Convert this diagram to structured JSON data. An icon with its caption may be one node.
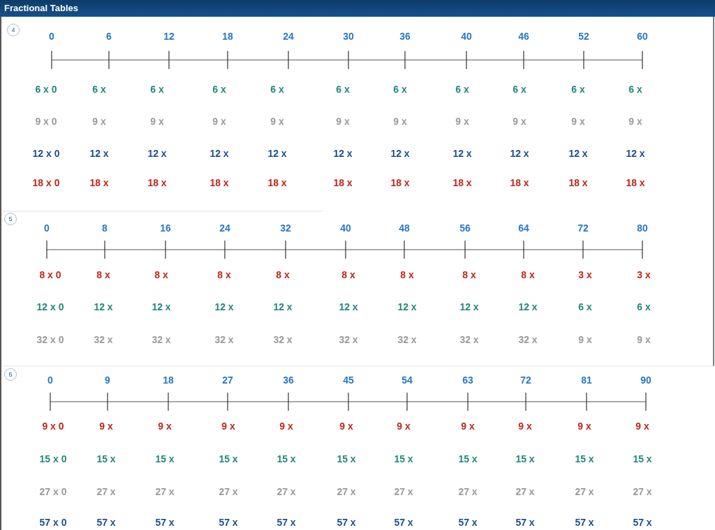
{
  "diagram": {
    "title": "Fractional Tables",
    "nodes": [
      {
        "text": [
          "4"
        ]
      },
      {
        "text": [
          "5"
        ]
      },
      {
        "text": [
          "6"
        ]
      }
    ],
    "labels": [
      "0",
      "6",
      "12",
      "18",
      "24",
      "30",
      "36",
      "40",
      "46",
      "52",
      "60",
      "6 x 0",
      "6 x",
      "6 x",
      "6 x",
      "6 x",
      "6 x",
      "6 x",
      "6 x",
      "6 x",
      "6 x",
      "6 x",
      "9 x 0",
      "9 x",
      "9 x",
      "9 x",
      "9 x",
      "9 x",
      "9 x",
      "9 x",
      "9 x",
      "9 x",
      "9 x",
      "12 x 0",
      "12 x",
      "12 x",
      "12 x",
      "12 x",
      "12 x",
      "12 x",
      "12 x",
      "12 x",
      "12 x",
      "12 x",
      "18 x 0",
      "18 x",
      "18 x",
      "18 x",
      "18 x",
      "18 x",
      "18 x",
      "18 x",
      "18 x",
      "18 x",
      "18 x",
      "0",
      "8",
      "16",
      "24",
      "32",
      "40",
      "48",
      "56",
      "64",
      "72",
      "80",
      "8 x 0",
      "8 x",
      "8 x",
      "8 x",
      "8 x",
      "8 x",
      "8 x",
      "8 x",
      "8 x",
      "3 x",
      "3 x",
      "12 x 0",
      "12 x",
      "12 x",
      "12 x",
      "12 x",
      "12 x",
      "12 x",
      "12 x",
      "12 x",
      "6 x",
      "6 x",
      "32 x 0",
      "32 x",
      "32 x",
      "32 x",
      "32 x",
      "32 x",
      "32 x",
      "32 x",
      "32 x",
      "9 x",
      "9 x",
      "0",
      "9",
      "18",
      "27",
      "36",
      "45",
      "54",
      "63",
      "72",
      "81",
      "90",
      "9 x 0",
      "9 x",
      "9 x",
      "9 x",
      "9 x",
      "9 x",
      "9 x",
      "9 x",
      "9 x",
      "9 x",
      "9 x",
      "15 x 0",
      "15 x",
      "15 x",
      "15 x",
      "15 x",
      "15 x",
      "15 x",
      "15 x",
      "15 x",
      "15 x",
      "15 x",
      "27 x 0",
      "27 x",
      "27 x",
      "27 x",
      "27 x",
      "27 x",
      "27 x",
      "27 x",
      "27 x",
      "27 x",
      "27 x",
      "57 x 0",
      "57 x",
      "57 x",
      "57 x",
      "57 x",
      "57 x",
      "57 x",
      "57 x",
      "57 x",
      "57 x",
      "57 x"
    ]
  }
}
